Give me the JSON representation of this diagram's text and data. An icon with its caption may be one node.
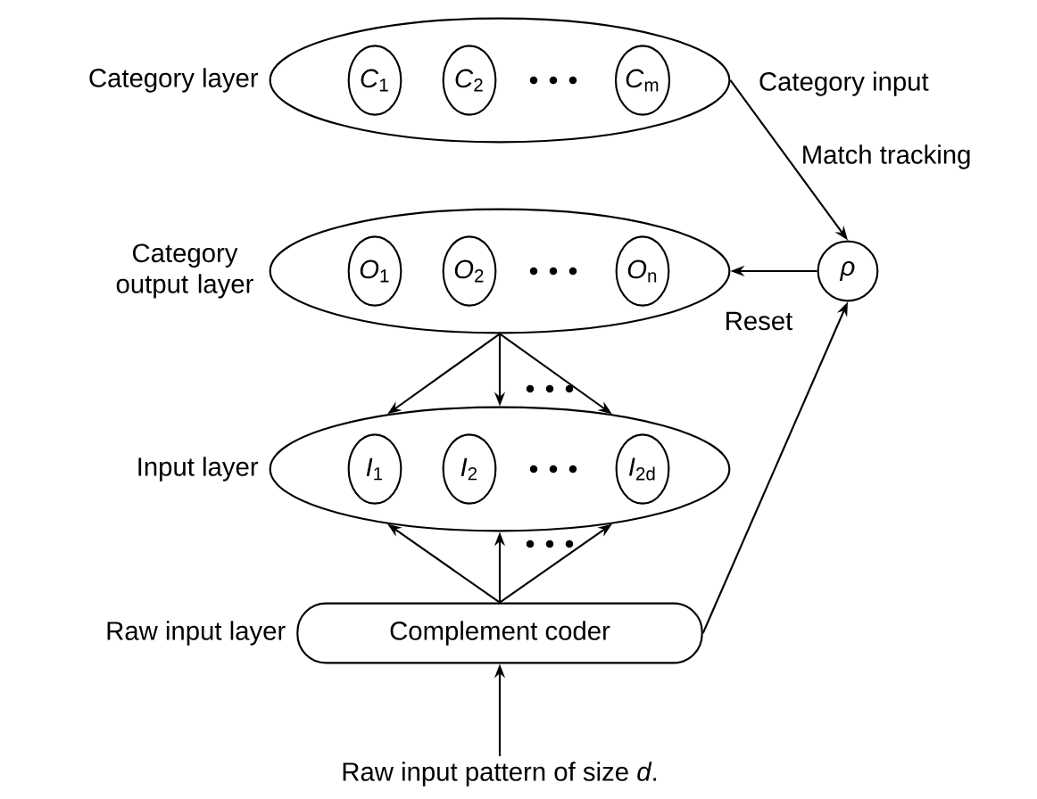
{
  "diagram": {
    "nodes": [
      {
        "text": [
          "Category layer"
        ]
      },
      {
        "text": [
          "*C*$_{1}$"
        ],
        "in": 0
      },
      {
        "text": [
          "*C*$_{2}$"
        ],
        "in": 0
      },
      {
        "text": [
          "*C*$_{m}$"
        ],
        "in": 0
      },
      {
        "text": [
          "Category output layer"
        ]
      },
      {
        "text": [
          "*O*$_{1}$"
        ],
        "in": 4
      },
      {
        "text": [
          "*O*$_{2}$"
        ],
        "in": 4
      },
      {
        "text": [
          "*O*$_{n}$"
        ],
        "in": 4
      },
      {
        "text": [
          "Input layer"
        ]
      },
      {
        "text": [
          "*I*$_{1}$"
        ],
        "in": 8
      },
      {
        "text": [
          "*I*$_{2}$"
        ],
        "in": 8
      },
      {
        "text": [
          "*I*$_{2d}$"
        ],
        "in": 8
      },
      {
        "text": [
          "Complement coder"
        ],
        "beside": [
          "Raw input layer"
        ]
      },
      {
        "text": [
          "ρ"
        ]
      },
      {
        "text": [
          "Raw input pattern of size *d*."
        ]
      }
    ],
    "edges": [
      {
        "from": 0,
        "to": 13,
        "arrow": "to",
        "label": "Match tracking"
      },
      {
        "from": 13,
        "to": 4,
        "arrow": "to",
        "label": "Reset"
      },
      {
        "from": 4,
        "to": 8,
        "arrow": "to"
      },
      {
        "from": 4,
        "to": 8,
        "arrow": "to"
      },
      {
        "from": 4,
        "to": 8,
        "arrow": "to"
      },
      {
        "from": 12,
        "to": 8,
        "arrow": "to"
      },
      {
        "from": 12,
        "to": 8,
        "arrow": "to"
      },
      {
        "from": 12,
        "to": 8,
        "arrow": "to"
      },
      {
        "from": 12,
        "to": 13,
        "arrow": "to"
      },
      {
        "from": 14,
        "to": 12,
        "arrow": "to"
      }
    ],
    "labels": [
      "Category input"
    ]
  }
}
